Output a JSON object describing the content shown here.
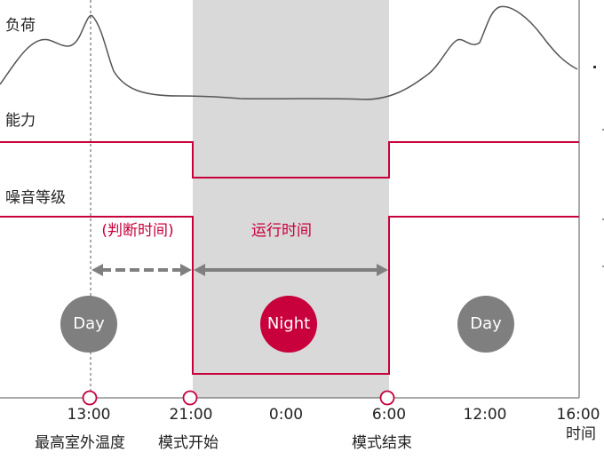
{
  "colors": {
    "accent": "#c8003c",
    "shade": "#d9d9d9",
    "curve": "#555555",
    "arrow": "#7f7f7f",
    "day_circle": "#7f7f7f",
    "night_circle": "#c8003c",
    "axis": "#555555"
  },
  "rows": {
    "load": "负荷",
    "capacity": "能力",
    "noise_level": "噪音等级"
  },
  "periods": {
    "judgment_time": "(判断时间)",
    "operation_time": "运行时间"
  },
  "modes": {
    "day_left": "Day",
    "night": "Night",
    "day_right": "Day"
  },
  "axis": {
    "title": "时间",
    "ticks": [
      "13:00",
      "21:00",
      "0:00",
      "6:00",
      "12:00",
      "16:00"
    ]
  },
  "events": {
    "max_outdoor_temp": "最高室外温度",
    "mode_start": "模式开始",
    "mode_end": "模式结束"
  }
}
